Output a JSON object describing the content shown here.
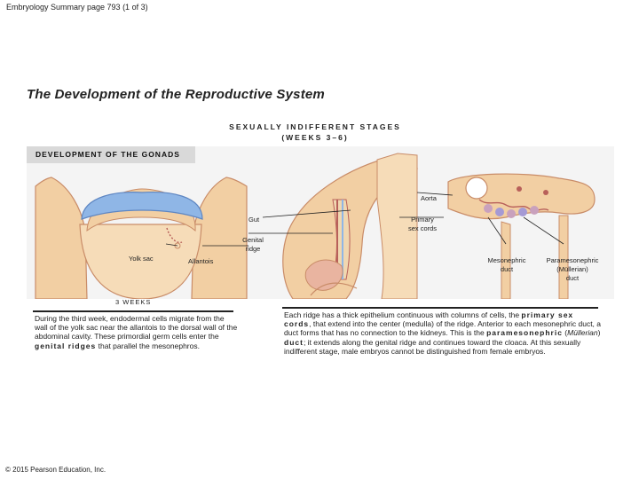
{
  "header": "Embryology Summary page 793 (1 of 3)",
  "title": "The Development of the Reproductive System",
  "stage": {
    "line1": "SEXUALLY INDIFFERENT STAGES",
    "line2": "(WEEKS 3–6)"
  },
  "panel_label": "DEVELOPMENT OF THE GONADS",
  "labels": {
    "yolk_sac": "Yolk sac",
    "allantois": "Allantois",
    "gut": "Gut",
    "genital_ridge_1": "Genital",
    "genital_ridge_2": "ridge",
    "aorta": "Aorta",
    "primary_sex_cords_1": "Primary",
    "primary_sex_cords_2": "sex cords",
    "mesonephric_1": "Mesonephric",
    "mesonephric_2": "duct",
    "paramesonephric_1": "Paramesonephric",
    "paramesonephric_2": "(Müllerian)",
    "paramesonephric_3": "duct"
  },
  "weeks_label": "3 WEEKS",
  "para_left": {
    "t1": "During the third week, endodermal cells migrate from the wall of the yolk sac near the allantois to the dorsal wall of the abdominal cavity. These primordial germ cells enter the ",
    "b1": "genital ridges",
    "t2": " that parallel the mesonephros."
  },
  "para_right": {
    "t1": "Each ridge has a thick epithelium continuous with columns of cells, the ",
    "b1": "primary sex cords",
    "t2": ", that extend into the center (medulla) of the ridge. Anterior to each mesonephric duct, a duct forms that has no connection to the kidneys. This is the ",
    "b2": "paramesonephric",
    "t3": " (",
    "i1": "Müllerian",
    "t4": ") ",
    "b3": "duct",
    "t5": "; it extends along the genital ridge and continues toward the cloaca. At this sexually indifferent stage, male embryos cannot be distinguished from female embryos."
  },
  "copyright": "© 2015 Pearson Education, Inc.",
  "colors": {
    "tissue": "#f2cfa3",
    "tissue_edge": "#c98c68",
    "blue": "#8fb6e6",
    "mauve": "#c9a1bd",
    "purple": "#a59ad4",
    "tube_red": "#b8605a"
  }
}
